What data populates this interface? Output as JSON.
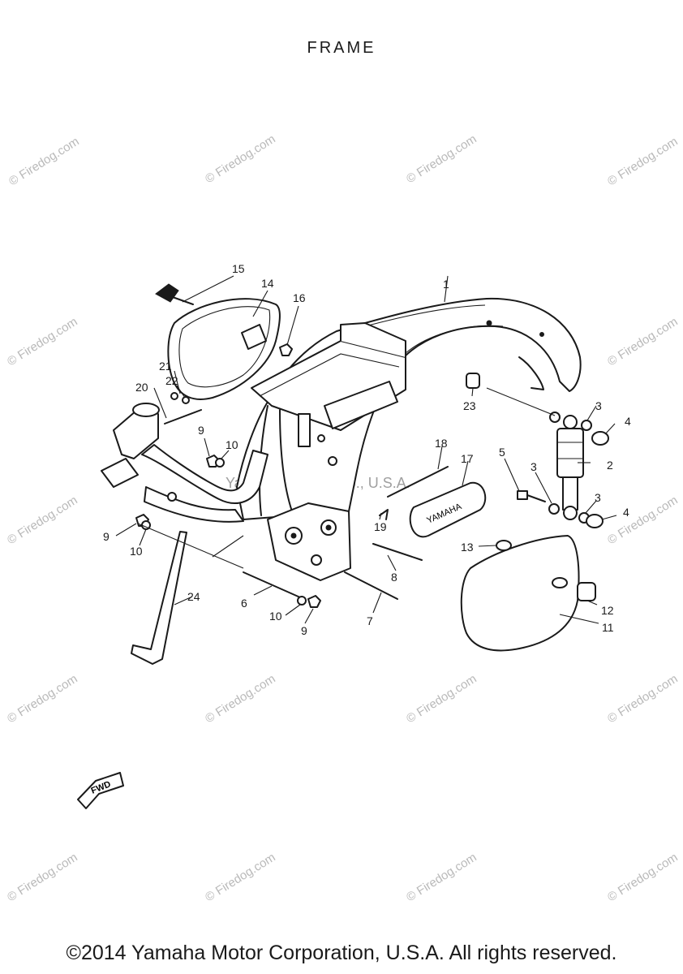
{
  "title": "FRAME",
  "watermark": "© Firedog.com",
  "center_watermark": "Yamaha Motor Corp., U.S.A.",
  "fwd_label": "FWD",
  "yamaha_mark": "YAMAHA",
  "copyright": "©2014 Yamaha Motor Corporation, U.S.A. All rights reserved.",
  "callouts": [
    "1",
    "2",
    "3",
    "3",
    "3",
    "4",
    "4",
    "5",
    "6",
    "7",
    "8",
    "9",
    "9",
    "9",
    "10",
    "10",
    "10",
    "11",
    "12",
    "13",
    "14",
    "15",
    "16",
    "17",
    "18",
    "19",
    "20",
    "21",
    "22",
    "23",
    "24"
  ]
}
